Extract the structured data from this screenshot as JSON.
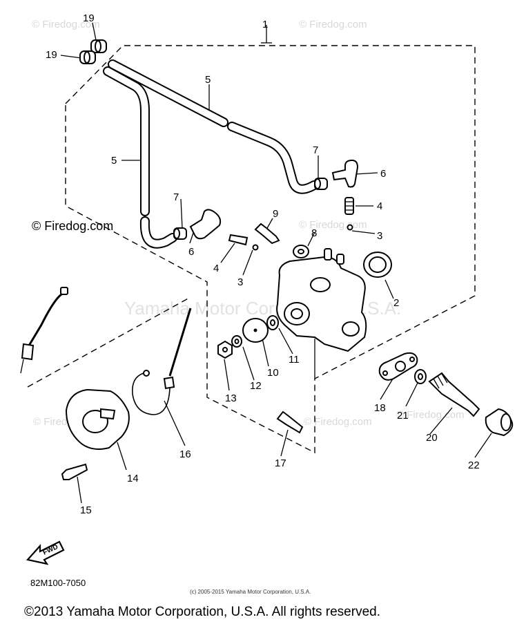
{
  "watermarks": {
    "site": "© Firedog.com",
    "center": "Yamaha Motor Corporation, U.S.A."
  },
  "callouts": [
    {
      "id": "c1",
      "label": "1"
    },
    {
      "id": "c2",
      "label": "2"
    },
    {
      "id": "c3a",
      "label": "3"
    },
    {
      "id": "c3b",
      "label": "3"
    },
    {
      "id": "c4a",
      "label": "4"
    },
    {
      "id": "c4b",
      "label": "4"
    },
    {
      "id": "c5a",
      "label": "5"
    },
    {
      "id": "c5b",
      "label": "5"
    },
    {
      "id": "c6a",
      "label": "6"
    },
    {
      "id": "c6b",
      "label": "6"
    },
    {
      "id": "c7a",
      "label": "7"
    },
    {
      "id": "c7b",
      "label": "7"
    },
    {
      "id": "c8",
      "label": "8"
    },
    {
      "id": "c9",
      "label": "9"
    },
    {
      "id": "c10",
      "label": "10"
    },
    {
      "id": "c11",
      "label": "11"
    },
    {
      "id": "c12",
      "label": "12"
    },
    {
      "id": "c13",
      "label": "13"
    },
    {
      "id": "c14",
      "label": "14"
    },
    {
      "id": "c15",
      "label": "15"
    },
    {
      "id": "c16",
      "label": "16"
    },
    {
      "id": "c17",
      "label": "17"
    },
    {
      "id": "c18",
      "label": "18"
    },
    {
      "id": "c19a",
      "label": "19"
    },
    {
      "id": "c19b",
      "label": "19"
    },
    {
      "id": "c20",
      "label": "20"
    },
    {
      "id": "c21",
      "label": "21"
    },
    {
      "id": "c22",
      "label": "22"
    }
  ],
  "fwd_label": "FWD",
  "diagram_code": "82M100-7050",
  "small_copyright": "(c) 2005-2015 Yamaha Motor Corporation, U.S.A.",
  "copyright": "©2013 Yamaha Motor Corporation, U.S.A. All rights reserved."
}
